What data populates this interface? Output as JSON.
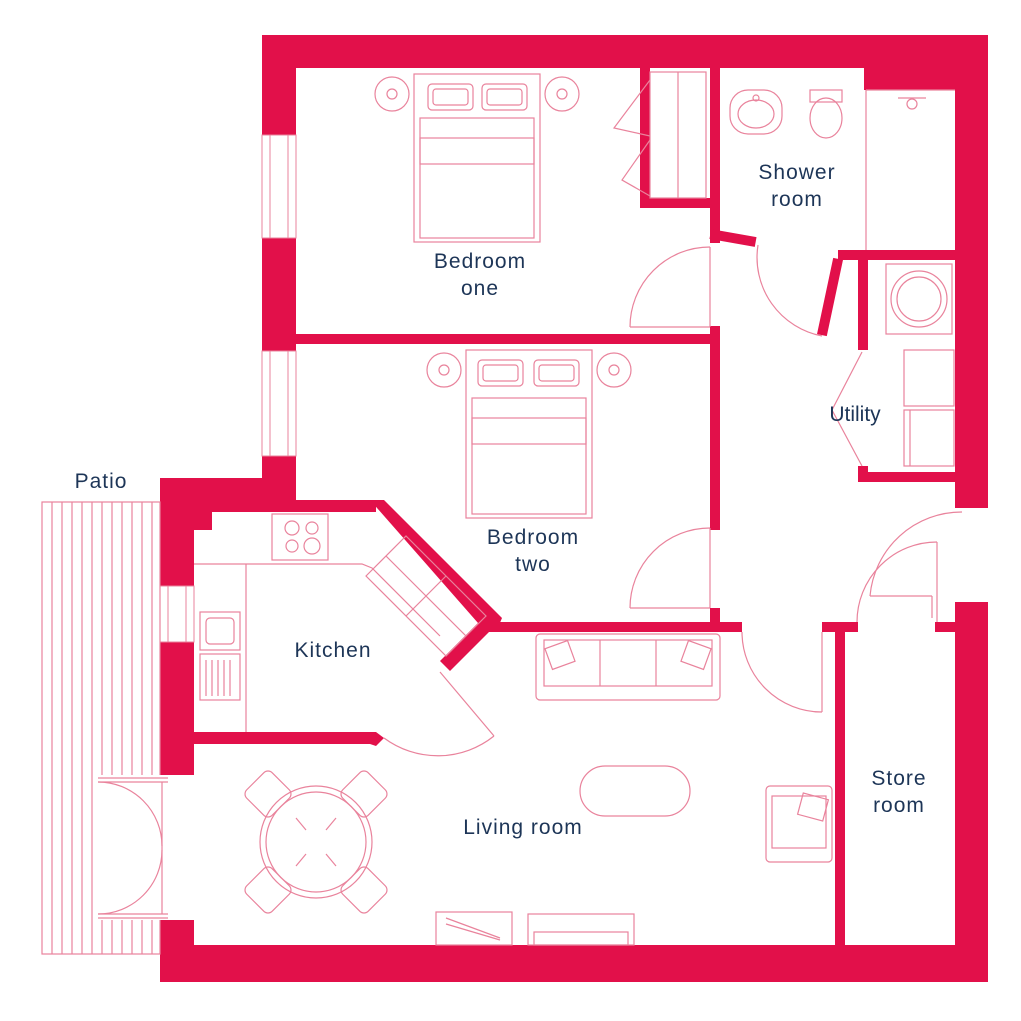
{
  "colors": {
    "wall": "#e2104a",
    "fixture": "#e9839c",
    "text": "#1d3557",
    "background": "#ffffff"
  },
  "rooms": {
    "bedroom_one": {
      "line1": "Bedroom",
      "line2": "one"
    },
    "shower_room": {
      "line1": "Shower",
      "line2": "room"
    },
    "utility": {
      "line1": "Utility"
    },
    "bedroom_two": {
      "line1": "Bedroom",
      "line2": "two"
    },
    "kitchen": {
      "line1": "Kitchen"
    },
    "living_room": {
      "line1": "Living room"
    },
    "store_room": {
      "line1": "Store",
      "line2": "room"
    },
    "patio": {
      "line1": "Patio"
    }
  }
}
